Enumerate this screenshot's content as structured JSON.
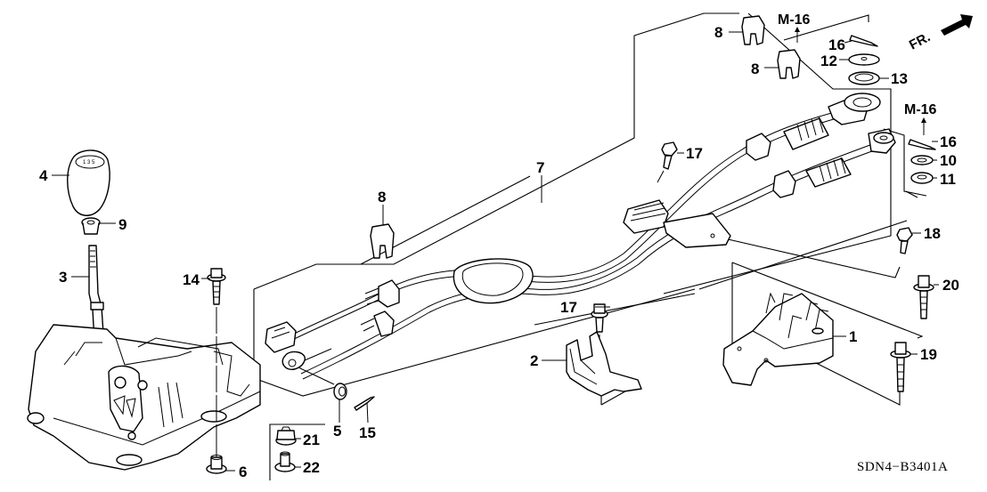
{
  "diagram": {
    "title": "Shift lever / shift cable assembly exploded parts diagram",
    "diagram_code": "SDN4−B3401A",
    "direction_indicator": "FR.",
    "reference_label": "M-16",
    "callouts": [
      {
        "id": "1",
        "part": "shift cable bracket (lower)"
      },
      {
        "id": "2",
        "part": "cable bracket"
      },
      {
        "id": "3",
        "part": "shift lever"
      },
      {
        "id": "4",
        "part": "shift knob"
      },
      {
        "id": "5",
        "part": "bushing"
      },
      {
        "id": "6",
        "part": "collar"
      },
      {
        "id": "7",
        "part": "shift cable assembly"
      },
      {
        "id": "8",
        "part": "cable clip"
      },
      {
        "id": "9",
        "part": "knob nut"
      },
      {
        "id": "10",
        "part": "washer"
      },
      {
        "id": "11",
        "part": "washer"
      },
      {
        "id": "12",
        "part": "washer"
      },
      {
        "id": "13",
        "part": "washer"
      },
      {
        "id": "14",
        "part": "flange bolt"
      },
      {
        "id": "15",
        "part": "cotter pin"
      },
      {
        "id": "16",
        "part": "cotter pin"
      },
      {
        "id": "17",
        "part": "flange bolt"
      },
      {
        "id": "18",
        "part": "flange bolt"
      },
      {
        "id": "19",
        "part": "flange bolt"
      },
      {
        "id": "20",
        "part": "flange bolt"
      },
      {
        "id": "21",
        "part": "nut"
      },
      {
        "id": "22",
        "part": "collar"
      }
    ],
    "labels": {
      "c1": "1",
      "c2": "2",
      "c3": "3",
      "c4": "4",
      "c5": "5",
      "c6": "6",
      "c7": "7",
      "c8a": "8",
      "c8b": "8",
      "c8c": "8",
      "c9": "9",
      "c10": "10",
      "c11": "11",
      "c12": "12",
      "c13": "13",
      "c14": "14",
      "c15": "15",
      "c16a": "16",
      "c16b": "16",
      "c17a": "17",
      "c17b": "17",
      "c18": "18",
      "c19": "19",
      "c20": "20",
      "c21": "21",
      "c22": "22",
      "ref_a": "M-16",
      "ref_b": "M-16"
    }
  }
}
